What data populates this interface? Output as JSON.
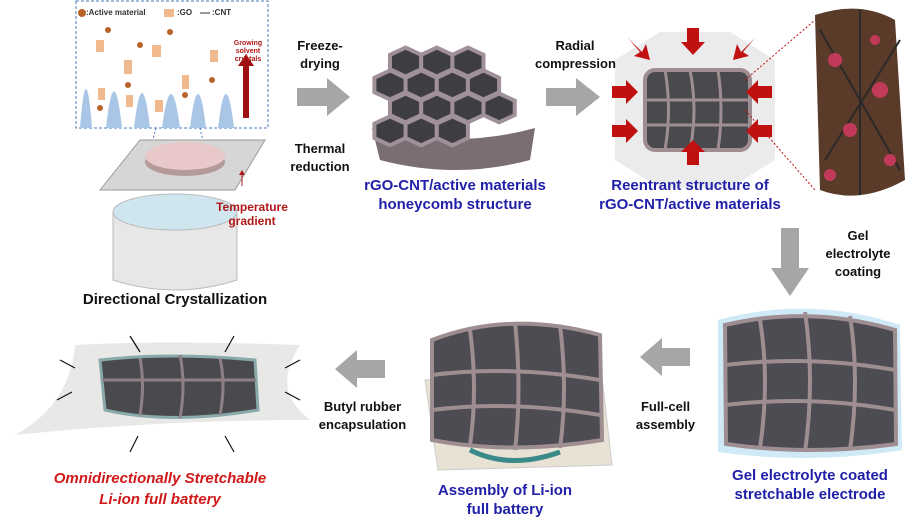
{
  "inset": {
    "legend": [
      ":Active material",
      ":GO",
      ":CNT"
    ],
    "growing_label": [
      "Growing",
      "solvent",
      "crystals"
    ],
    "temperature_label": [
      "Temperature",
      "gradient"
    ]
  },
  "steps": {
    "directional": "Directional Crystallization",
    "freeze": [
      "Freeze-",
      "drying"
    ],
    "thermal": [
      "Thermal",
      "reduction"
    ],
    "honeycomb_caption": [
      "rGO-CNT/active materials",
      "honeycomb structure"
    ],
    "radial": [
      "Radial",
      "compression"
    ],
    "reentrant_caption": [
      "Reentrant structure of",
      "rGO-CNT/active materials"
    ],
    "gel": [
      "Gel",
      "electrolyte",
      "coating"
    ],
    "gel_caption": [
      "Gel electrolyte coated",
      "stretchable electrode"
    ],
    "fullcell": [
      "Full-cell",
      "assembly"
    ],
    "assembly_caption": [
      "Assembly of Li-ion",
      "full battery"
    ],
    "butyl": [
      "Butyl rubber",
      "encapsulation"
    ],
    "final_caption": [
      "Omnidirectionally Stretchable",
      "Li-ion full battery"
    ]
  },
  "colors": {
    "caption_blue": "#1f1fa8",
    "final_red": "#d01818",
    "arrow_gray": "#a6a6a6",
    "compress_red": "#c01010"
  }
}
